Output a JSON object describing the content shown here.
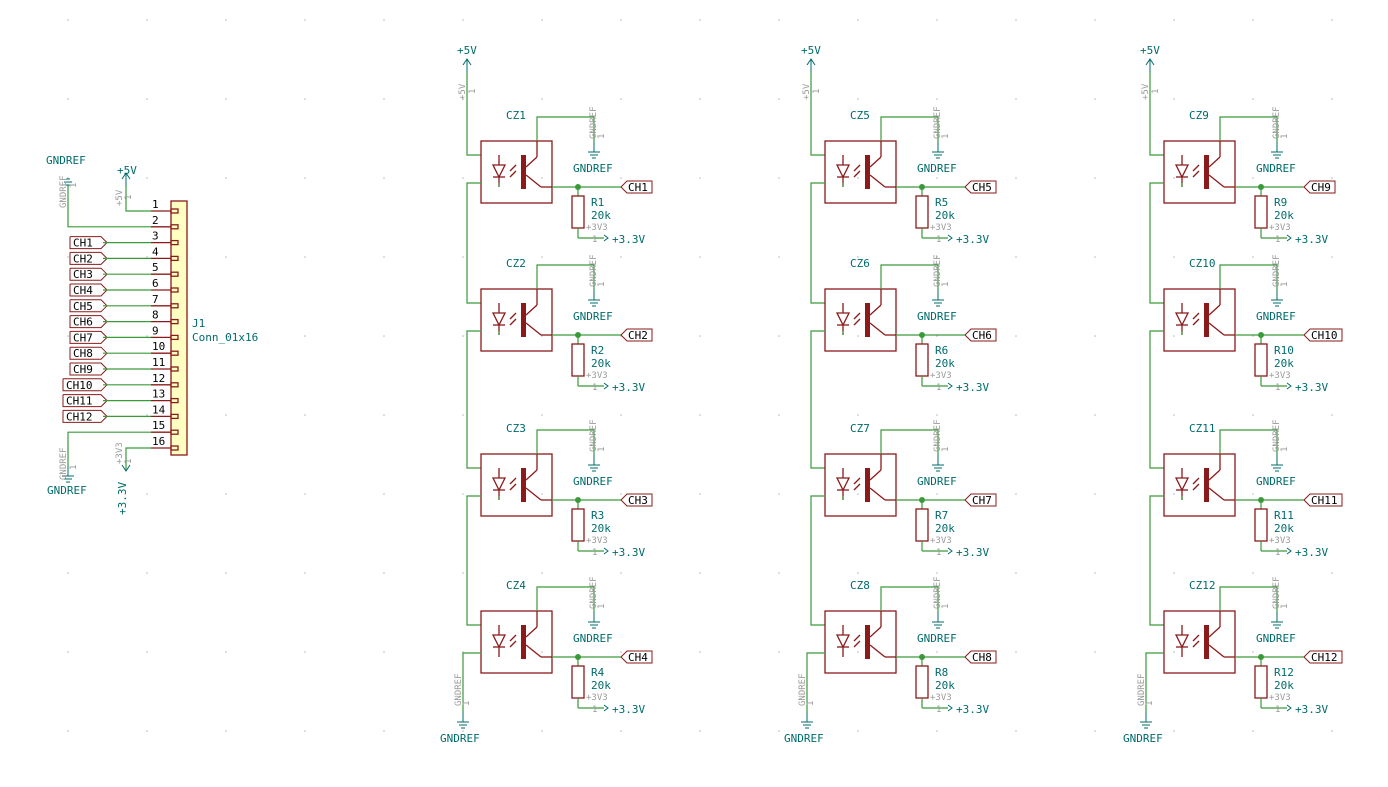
{
  "symbols": {
    "gnd_label": "GNDREF",
    "gnd_hidden": "GNDREF",
    "pin_hidden": "1",
    "p5_label": "+5V",
    "p5_hidden": "+5V",
    "p33_label": "+3.3V",
    "p33_hidden": "+3V3"
  },
  "connector": {
    "ref": "J1",
    "value": "Conn_01x16",
    "pins": [
      "1",
      "2",
      "3",
      "4",
      "5",
      "6",
      "7",
      "8",
      "9",
      "10",
      "11",
      "12",
      "13",
      "14",
      "15",
      "16"
    ],
    "channel_labels": [
      "CH1",
      "CH2",
      "CH3",
      "CH4",
      "CH5",
      "CH6",
      "CH7",
      "CH8",
      "CH9",
      "CH10",
      "CH11",
      "CH12"
    ]
  },
  "columns": [
    {
      "cells": [
        {
          "cz": "CZ1",
          "r": "R1",
          "rval": "20k",
          "ch": "CH1"
        },
        {
          "cz": "CZ2",
          "r": "R2",
          "rval": "20k",
          "ch": "CH2"
        },
        {
          "cz": "CZ3",
          "r": "R3",
          "rval": "20k",
          "ch": "CH3"
        },
        {
          "cz": "CZ4",
          "r": "R4",
          "rval": "20k",
          "ch": "CH4"
        }
      ]
    },
    {
      "cells": [
        {
          "cz": "CZ5",
          "r": "R5",
          "rval": "20k",
          "ch": "CH5"
        },
        {
          "cz": "CZ6",
          "r": "R6",
          "rval": "20k",
          "ch": "CH6"
        },
        {
          "cz": "CZ7",
          "r": "R7",
          "rval": "20k",
          "ch": "CH7"
        },
        {
          "cz": "CZ8",
          "r": "R8",
          "rval": "20k",
          "ch": "CH8"
        }
      ]
    },
    {
      "cells": [
        {
          "cz": "CZ9",
          "r": "R9",
          "rval": "20k",
          "ch": "CH9"
        },
        {
          "cz": "CZ10",
          "r": "R10",
          "rval": "20k",
          "ch": "CH10"
        },
        {
          "cz": "CZ11",
          "r": "R11",
          "rval": "20k",
          "ch": "CH11"
        },
        {
          "cz": "CZ12",
          "r": "R12",
          "rval": "20k",
          "ch": "CH12"
        }
      ]
    }
  ]
}
